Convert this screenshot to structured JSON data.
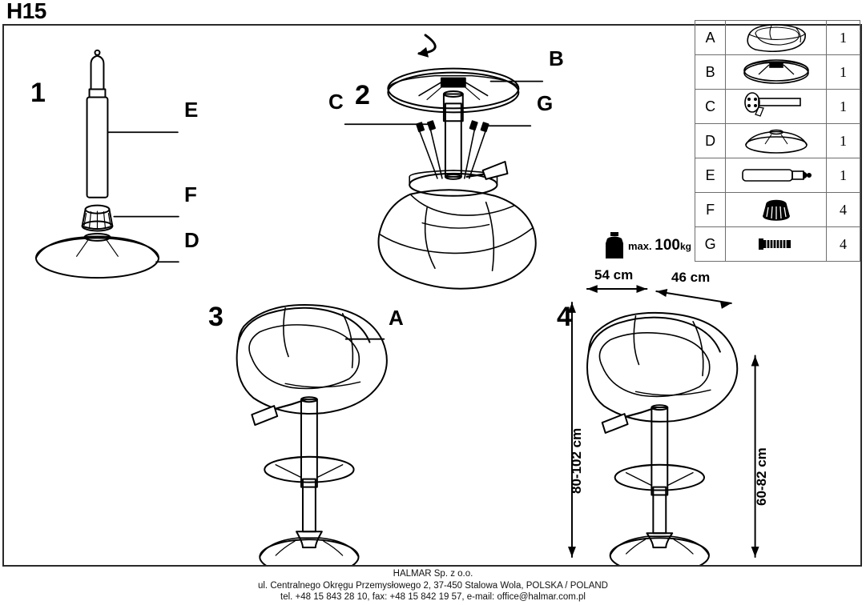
{
  "document": {
    "model_code": "H15",
    "type": "furniture-assembly-instruction"
  },
  "steps": [
    {
      "number": "1",
      "labels": [
        "E",
        "F",
        "D"
      ]
    },
    {
      "number": "2",
      "labels": [
        "B",
        "C",
        "G"
      ]
    },
    {
      "number": "3",
      "labels": [
        "A"
      ]
    },
    {
      "number": "4",
      "labels": []
    }
  ],
  "step_numbers": {
    "one": "1",
    "two": "2",
    "three": "3",
    "four": "4"
  },
  "part_callouts": {
    "e": "E",
    "f": "F",
    "d": "D",
    "b": "B",
    "c": "C",
    "g": "G",
    "a": "A"
  },
  "dimensions": {
    "width_top": "54 cm",
    "depth_top": "46 cm",
    "height_total": "80-102 cm",
    "height_seat": "60-82 cm"
  },
  "max_load": {
    "prefix": "max.",
    "value": "100",
    "unit": "kg",
    "icon": "weight-icon"
  },
  "parts_table": {
    "columns": [
      "letter",
      "icon",
      "quantity"
    ],
    "rows": [
      {
        "letter": "A",
        "icon": "seat-shell-icon",
        "quantity": "1"
      },
      {
        "letter": "B",
        "icon": "mechanism-plate-icon",
        "quantity": "1"
      },
      {
        "letter": "C",
        "icon": "lever-shaft-icon",
        "quantity": "1"
      },
      {
        "letter": "D",
        "icon": "base-disc-icon",
        "quantity": "1"
      },
      {
        "letter": "E",
        "icon": "gas-cylinder-icon",
        "quantity": "1"
      },
      {
        "letter": "F",
        "icon": "cone-ring-icon",
        "quantity": "4"
      },
      {
        "letter": "G",
        "icon": "screw-icon",
        "quantity": "4"
      }
    ]
  },
  "footer": {
    "line1": "HALMAR Sp. z o.o.",
    "line2": "ul. Centralnego Okręgu Przemysłowego 2, 37-450 Stalowa Wola, POLSKA / POLAND",
    "line3": "tel. +48 15 843 28 10, fax: +48 15 842 19 57, e-mail: office@halmar.com.pl"
  },
  "colors": {
    "ink": "#000000",
    "frame": "#2a2a2a",
    "table_grid": "#6e6e6e",
    "paper": "#ffffff"
  }
}
